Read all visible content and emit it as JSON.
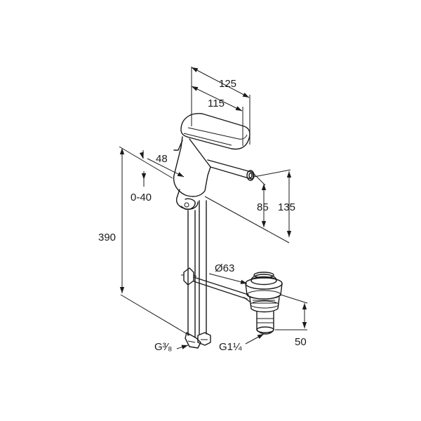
{
  "drawing": {
    "dimensions": {
      "d125": "125",
      "d115": "115",
      "d48": "48",
      "d0_40": "0-40",
      "d390": "390",
      "d85": "85",
      "d135": "135",
      "d_diam63": "Ø63",
      "d50": "50",
      "thread_g38": "G³⁄₈",
      "thread_g114": "G1¼"
    }
  }
}
